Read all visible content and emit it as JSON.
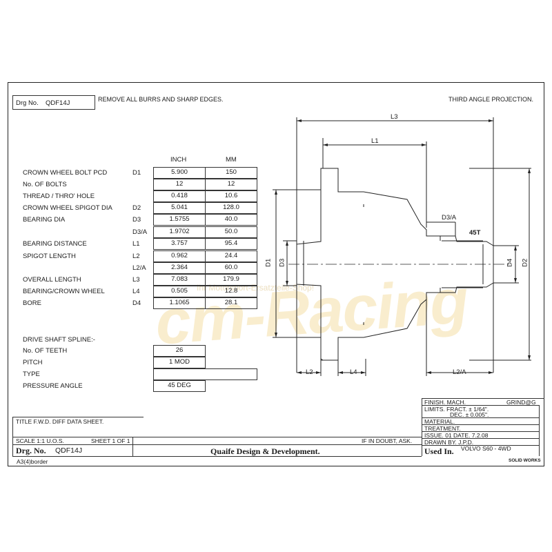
{
  "header": {
    "drg_label": "Drg No.",
    "drg_value": "QDF14J",
    "note": "REMOVE ALL BURRS AND SHARP EDGES.",
    "projection": "THIRD ANGLE PROJECTION."
  },
  "table": {
    "col_inch": "INCH",
    "col_mm": "MM",
    "rows": [
      {
        "name": "CROWN WHEEL BOLT PCD",
        "code": "D1",
        "inch": "5.900",
        "mm": "150"
      },
      {
        "name": "No. OF BOLTS",
        "code": "",
        "inch": "12",
        "mm": "12"
      },
      {
        "name": "THREAD / THRO' HOLE",
        "code": "",
        "inch": "0.418",
        "mm": "10.6"
      },
      {
        "name": "CROWN WHEEL SPIGOT DIA",
        "code": "D2",
        "inch": "5.041",
        "mm": "128.0"
      },
      {
        "name": "BEARING DIA",
        "code": "D3",
        "inch": "1.5755",
        "mm": "40.0"
      },
      {
        "name": "",
        "code": "D3/A",
        "inch": "1.9702",
        "mm": "50.0"
      },
      {
        "name": "BEARING DISTANCE",
        "code": "L1",
        "inch": "3.757",
        "mm": "95.4"
      },
      {
        "name": "SPIGOT LENGTH",
        "code": "L2",
        "inch": "0.962",
        "mm": "24.4"
      },
      {
        "name": "",
        "code": "L2/A",
        "inch": "2.364",
        "mm": "60.0"
      },
      {
        "name": "OVERALL LENGTH",
        "code": "L3",
        "inch": "7.083",
        "mm": "179.9"
      },
      {
        "name": "BEARING/CROWN WHEEL",
        "code": "L4",
        "inch": "0.505",
        "mm": "12.8"
      },
      {
        "name": "BORE",
        "code": "D4",
        "inch": "1.1065",
        "mm": "28.1"
      }
    ]
  },
  "spline": {
    "heading": "DRIVE SHAFT SPLINE:-",
    "rows": [
      {
        "name": "No. OF TEETH",
        "value": "26"
      },
      {
        "name": "PITCH",
        "value": "1 MOD"
      },
      {
        "name": "TYPE",
        "value": ""
      },
      {
        "name": "PRESSURE ANGLE",
        "value": "45 DEG"
      }
    ]
  },
  "drawing": {
    "labels": {
      "L3": "L3",
      "L1": "L1",
      "D3A": "D3/A",
      "teeth": "45T",
      "D1": "D1",
      "D3": "D3",
      "D4": "D4",
      "D2": "D2",
      "L2": "L2",
      "L4": "L4",
      "L2A": "L2/A"
    }
  },
  "title_block": {
    "title": "TITLE  F.W.D. DIFF DATA SHEET.",
    "scale": "SCALE 1:1 U.O.S.",
    "sheet": "SHEET 1 OF 1",
    "drg_label": "Drg. No.",
    "drg_value": "QDF14J",
    "company": "Quaife Design & Development.",
    "doubt": "IF IN DOUBT, ASK.",
    "finish": "FINISH. MACH.",
    "finish_value": "GRIND@G",
    "limits": "LIMITS. FRACT. ± 1/64\".",
    "dec": "DEC. ± 0.005\".",
    "material": "MATERIAL.",
    "treatment": "TREATMENT.",
    "issue": "ISSUE. 01   DATE. 7.2.08",
    "drawn": "DRAWN BY. J.P.D.",
    "used_label": "Used In.",
    "used_value": "VOLVO S60 - 4WD",
    "border": "A3(4)border",
    "software": "SOLID WORKS"
  },
  "watermark": {
    "brand": "cm-Racing",
    "tagline": "Ihr Motorsport-Ersatzteile-Shop!"
  }
}
